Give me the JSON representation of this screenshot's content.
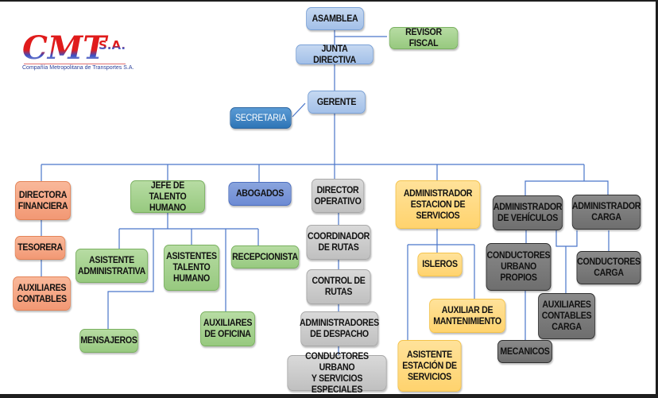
{
  "logo": {
    "brand": "CMT",
    "suffix": "S.A.",
    "tagline": "Compañía Metropolitana de Transportes S.A."
  },
  "colors": {
    "connector": "#4a76c9",
    "governance": "#a3c0e8",
    "secretary": "#2e75b6",
    "legal": "#6d8bd4",
    "finance": "#f29874",
    "talent": "#97c97f",
    "operations": "#c0c0c0",
    "station": "#ffd36e",
    "vehicles": "#6e6e6e"
  },
  "nodes": {
    "asamblea": "ASAMBLEA",
    "revisor_fiscal": "REVISOR FISCAL",
    "junta_directiva": "JUNTA DIRECTIVA",
    "gerente": "GERENTE",
    "secretaria": "SECRETARIA",
    "directora_financiera": "DIRECTORA\nFINANCIERA",
    "tesorera": "TESORERA",
    "auxiliares_contables": "AUXILIARES\nCONTABLES",
    "jefe_talento_humano": "JEFE DE TALENTO\nHUMANO",
    "asistente_administrativa": "ASISTENTE\nADMINISTRATIVA",
    "asistentes_talento_humano": "ASISTENTES\nTALENTO\nHUMANO",
    "recepcionista": "RECEPCIONISTA",
    "mensajeros": "MENSAJEROS",
    "auxiliares_oficina": "AUXILIARES\nDE OFICINA",
    "abogados": "ABOGADOS",
    "director_operativo": "DIRECTOR\nOPERATIVO",
    "coordinador_rutas": "COORDINADOR\nDE RUTAS",
    "control_rutas": "CONTROL DE\nRUTAS",
    "administradores_despacho": "ADMINISTRADORES\nDE DESPACHO",
    "conductores_urbano_especiales": "CONDUCTORES URBANO\nY SERVICIOS ESPECIALES",
    "administrador_estacion": "ADMINISTRADOR\nESTACION DE\nSERVICIOS",
    "isleros": "ISLEROS",
    "auxiliar_mantenimiento": "AUXILIAR DE\nMANTENIMIENTO",
    "asistente_estacion": "ASISTENTE\nESTACIÓN DE\nSERVICIOS",
    "administrador_vehiculos": "ADMINISTRADOR\nDE VEHÍCULOS",
    "administrador_carga": "ADMINISTRADOR\nCARGA",
    "conductores_urbano_propios": "CONDUCTORES\nURBANO\nPROPIOS",
    "conductores_carga": "CONDUCTORES\nCARGA",
    "auxiliares_contables_carga": "AUXILIARES\nCONTABLES\nCARGA",
    "mecanicos": "MECANICOS"
  }
}
